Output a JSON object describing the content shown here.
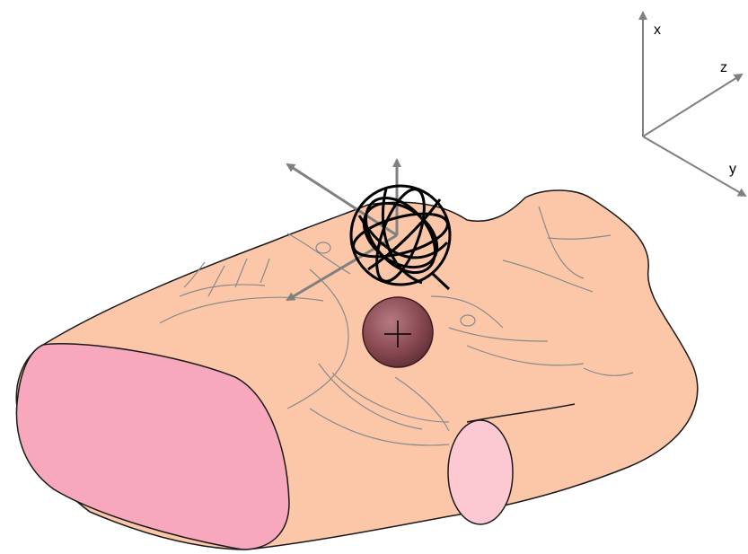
{
  "axes": {
    "x_label": "x",
    "y_label": "y",
    "z_label": "z"
  },
  "colors": {
    "skin": "#FBC7A8",
    "cut_surface": "#F7A8BC",
    "arm_stump": "#FCC8D2",
    "target_sphere": "#8A4A52",
    "arrow": "#808080",
    "outline": "#1a1a1a",
    "fold_lines": "#8a8a8a"
  },
  "icons": {
    "coil": "wire-ball-icon",
    "target": "crosshair-sphere-icon"
  }
}
